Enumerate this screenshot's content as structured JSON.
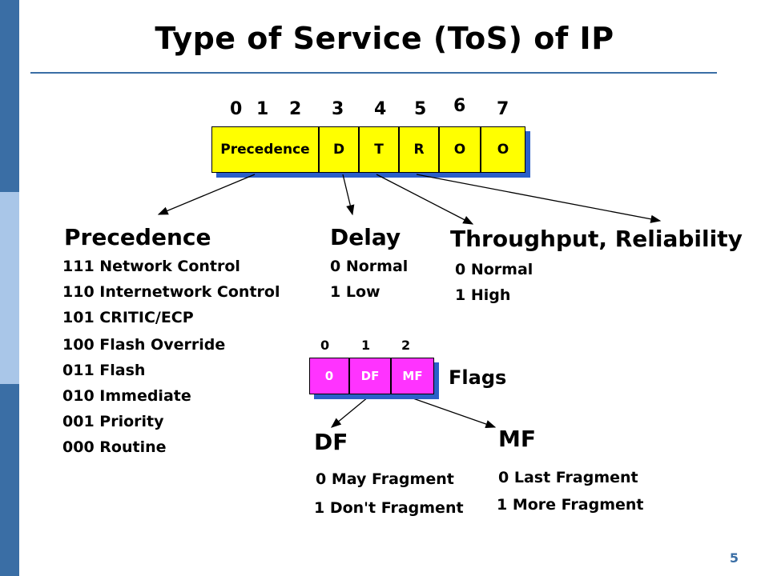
{
  "title": "Type of Service (ToS) of IP",
  "tos_bits": [
    "0",
    "1",
    "2",
    "3",
    "4",
    "5",
    "6",
    "7"
  ],
  "tos_fields": [
    "Precedence",
    "D",
    "T",
    "R",
    "O",
    "O"
  ],
  "precedence": {
    "heading": "Precedence",
    "lines": [
      "111 Network Control",
      "110 Internetwork Control",
      "101 CRITIC/ECP",
      "100 Flash Override",
      "011 Flash",
      "010 Immediate",
      "001 Priority",
      "000 Routine"
    ]
  },
  "delay": {
    "heading": "Delay",
    "lines": [
      "0 Normal",
      "1 Low"
    ]
  },
  "throughput": {
    "heading": "Throughput, Reliability",
    "lines": [
      "0 Normal",
      "1 High"
    ]
  },
  "flag_bits": [
    "0",
    "1",
    "2"
  ],
  "flag_fields": [
    "0",
    "DF",
    "MF"
  ],
  "flags_label": "Flags",
  "df": {
    "heading": "DF",
    "lines": [
      "0 May Fragment",
      "1 Don't Fragment"
    ]
  },
  "mf": {
    "heading": "MF",
    "lines": [
      "0 Last Fragment",
      "1 More Fragment"
    ]
  },
  "page_number": "5",
  "colors": {
    "field": "#ffff00",
    "flag_field": "#ff33ff",
    "shadow": "#2b5fc9",
    "accent": "#3a6ea5"
  }
}
